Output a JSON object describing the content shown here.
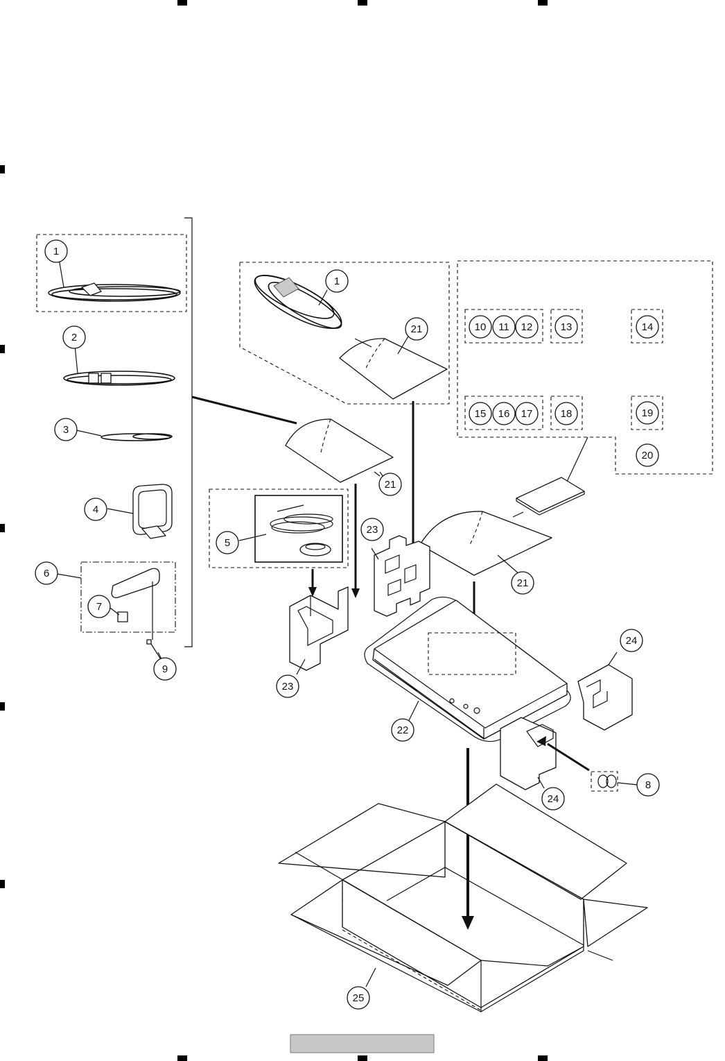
{
  "callouts": [
    {
      "id": "c1a",
      "label": "1"
    },
    {
      "id": "c2",
      "label": "2"
    },
    {
      "id": "c3",
      "label": "3"
    },
    {
      "id": "c4",
      "label": "4"
    },
    {
      "id": "c5",
      "label": "5"
    },
    {
      "id": "c6",
      "label": "6"
    },
    {
      "id": "c7",
      "label": "7"
    },
    {
      "id": "c9",
      "label": "9"
    },
    {
      "id": "c1b",
      "label": "1"
    },
    {
      "id": "c21a",
      "label": "21"
    },
    {
      "id": "c21b",
      "label": "21"
    },
    {
      "id": "c21c",
      "label": "21"
    },
    {
      "id": "c10",
      "label": "10"
    },
    {
      "id": "c11",
      "label": "11"
    },
    {
      "id": "c12",
      "label": "12"
    },
    {
      "id": "c13",
      "label": "13"
    },
    {
      "id": "c14",
      "label": "14"
    },
    {
      "id": "c15",
      "label": "15"
    },
    {
      "id": "c16",
      "label": "16"
    },
    {
      "id": "c17",
      "label": "17"
    },
    {
      "id": "c18",
      "label": "18"
    },
    {
      "id": "c19",
      "label": "19"
    },
    {
      "id": "c20",
      "label": "20"
    },
    {
      "id": "c23a",
      "label": "23"
    },
    {
      "id": "c23b",
      "label": "23"
    },
    {
      "id": "c22",
      "label": "22"
    },
    {
      "id": "c24a",
      "label": "24"
    },
    {
      "id": "c24b",
      "label": "24"
    },
    {
      "id": "c8",
      "label": "8"
    },
    {
      "id": "c25",
      "label": "25"
    }
  ]
}
